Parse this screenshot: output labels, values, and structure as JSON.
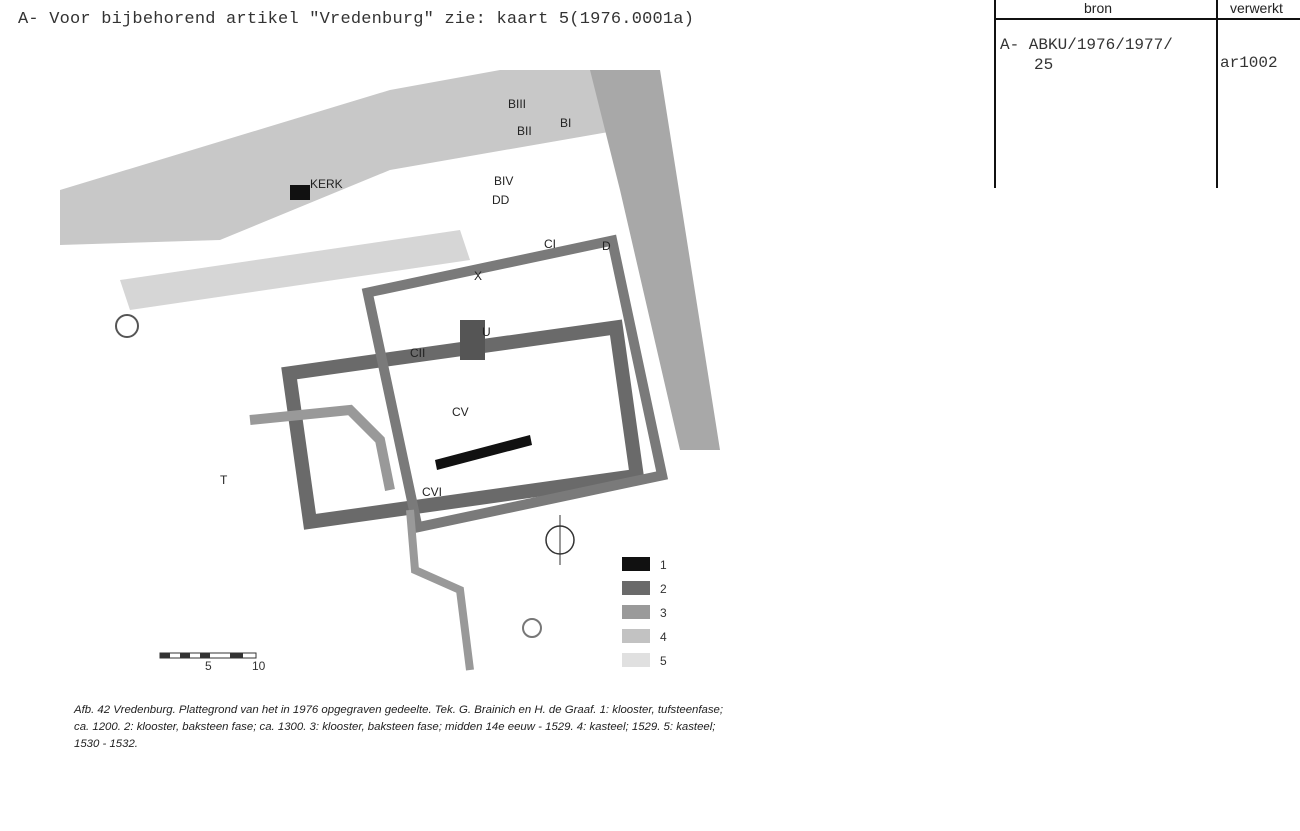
{
  "header": {
    "text": "A- Voor bijbehorend artikel \"Vredenburg\" zie: kaart 5(1976.0001a)"
  },
  "table": {
    "columns": [
      "bron",
      "verwerkt"
    ],
    "bron_line1": "A- ABKU/1976/1977/",
    "bron_line2": "25",
    "verwerkt": "ar1002"
  },
  "map": {
    "labels": {
      "kerk": "KERK",
      "b3": "BIII",
      "b2": "BII",
      "b1": "BI",
      "b4": "BIV",
      "dd": "DD",
      "c1": "CI",
      "d": "D",
      "x": "X",
      "u": "U",
      "c2": "CII",
      "c5": "CV",
      "c6": "CVI",
      "t": "T"
    },
    "legend": [
      {
        "label": "1",
        "color": "#111111"
      },
      {
        "label": "2",
        "color": "#6a6a6a"
      },
      {
        "label": "3",
        "color": "#9a9a9a"
      },
      {
        "label": "4",
        "color": "#c2c2c2"
      },
      {
        "label": "5",
        "color": "#e0e0e0"
      }
    ],
    "scale": {
      "mid": "5",
      "end": "10"
    }
  },
  "caption": "Afb. 42   Vredenburg. Plattegrond van het in 1976 opgegraven gedeelte. Tek. G. Brainich en H. de Graaf. 1: klooster, tufsteenfase; ca. 1200. 2: klooster, baksteen fase; ca. 1300. 3: klooster, baksteen fase; midden 14e eeuw - 1529. 4: kasteel; 1529. 5: kasteel; 1530 - 1532."
}
